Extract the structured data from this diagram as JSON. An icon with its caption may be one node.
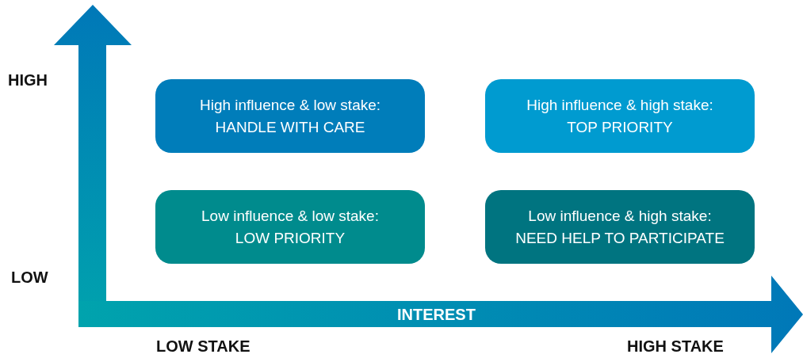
{
  "diagram": {
    "nodes": [
      {
        "text": [
          "High influence & low stake:",
          "HANDLE WITH CARE"
        ]
      },
      {
        "text": [
          "High influence & high stake:",
          "TOP PRIORITY"
        ]
      },
      {
        "text": [
          "Low influence & low stake:",
          "LOW PRIORITY"
        ]
      },
      {
        "text": [
          "Low influence & high stake:",
          "NEED HELP TO PARTICIPATE"
        ]
      }
    ],
    "labels": [
      "HIGH",
      "LOW",
      "INTEREST",
      "LOW STAKE",
      "HIGH STAKE"
    ]
  }
}
